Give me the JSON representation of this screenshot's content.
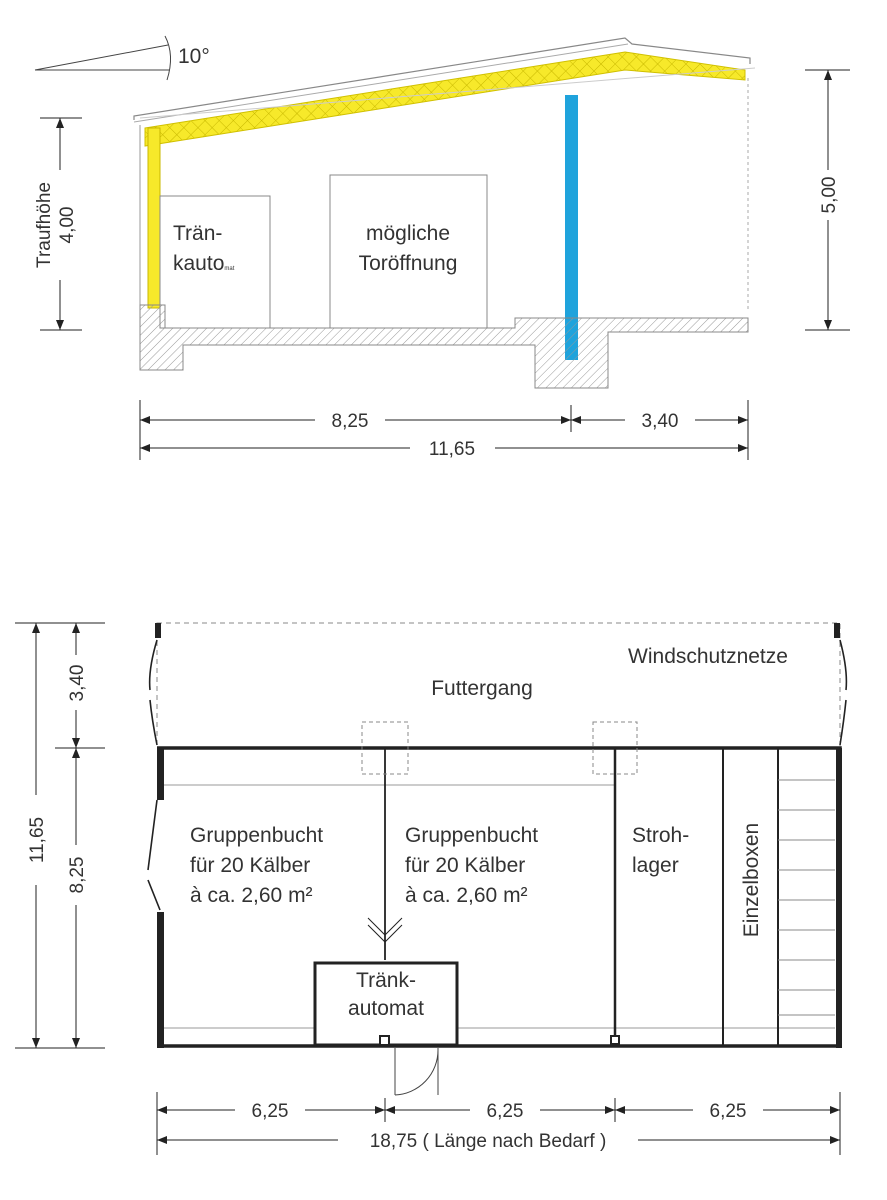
{
  "section": {
    "roof_angle": "10°",
    "eave_label": "Traufhöhe",
    "eave_height": "4,00",
    "total_height": "5,00",
    "trough_label_1": "Trän-",
    "trough_label_2": "kauto",
    "trough_label_small": "mat",
    "door_label_1": "mögliche",
    "door_label_2": "Toröffnung",
    "dim_left": "8,25",
    "dim_right": "3,40",
    "dim_total": "11,65"
  },
  "plan": {
    "windbreak": "Windschutznetze",
    "feed_aisle": "Futtergang",
    "pen1": [
      "Gruppenbucht",
      "für 20 Kälber",
      "à ca. 2,60 m²"
    ],
    "pen2": [
      "Gruppenbucht",
      "für 20 Kälber",
      "à ca. 2,60 m²"
    ],
    "straw": [
      "Stroh-",
      "lager"
    ],
    "single_boxes": "Einzelboxen",
    "feeder": [
      "Tränk-",
      "automat"
    ],
    "dim_total_depth": "11,65",
    "dim_aisle": "3,40",
    "dim_pens": "8,25",
    "dim_bays": [
      "6,25",
      "6,25",
      "6,25"
    ],
    "dim_length": "18,75 ( Länge nach Bedarf )"
  },
  "colors": {
    "timber": "#f7e92a",
    "column": "#1fa3dc",
    "line": "#222222"
  }
}
